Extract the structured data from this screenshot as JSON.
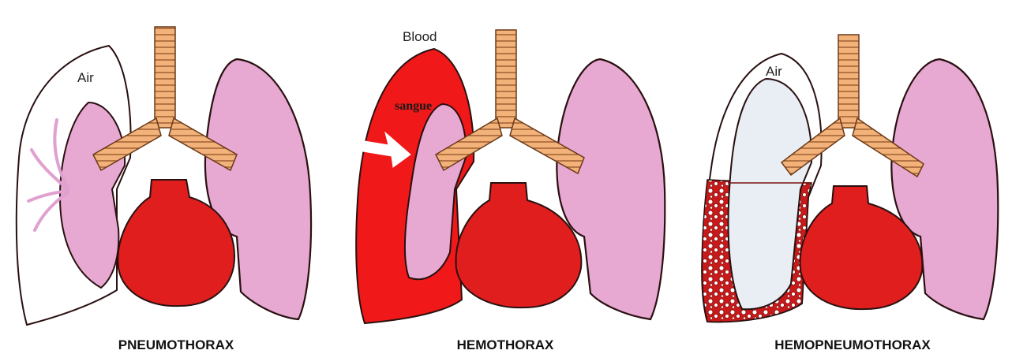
{
  "panels": [
    {
      "caption": "PNEUMOTHORAX",
      "label_air": "Air"
    },
    {
      "caption": "HEMOTHORAX",
      "label_blood": "Blood",
      "label_sangue": "sangue"
    },
    {
      "caption": "HEMOPNEUMOTHORAX",
      "label_air": "Air"
    }
  ],
  "colors": {
    "lung": "#e7a8d2",
    "lung_dark": "#d58bbd",
    "heart": "#e01e1e",
    "blood": "#f01818",
    "trachea": "#f2b27a",
    "outline": "#2a1010",
    "air_space": "#ffffff",
    "collapsed_air": "#e8eef3"
  }
}
